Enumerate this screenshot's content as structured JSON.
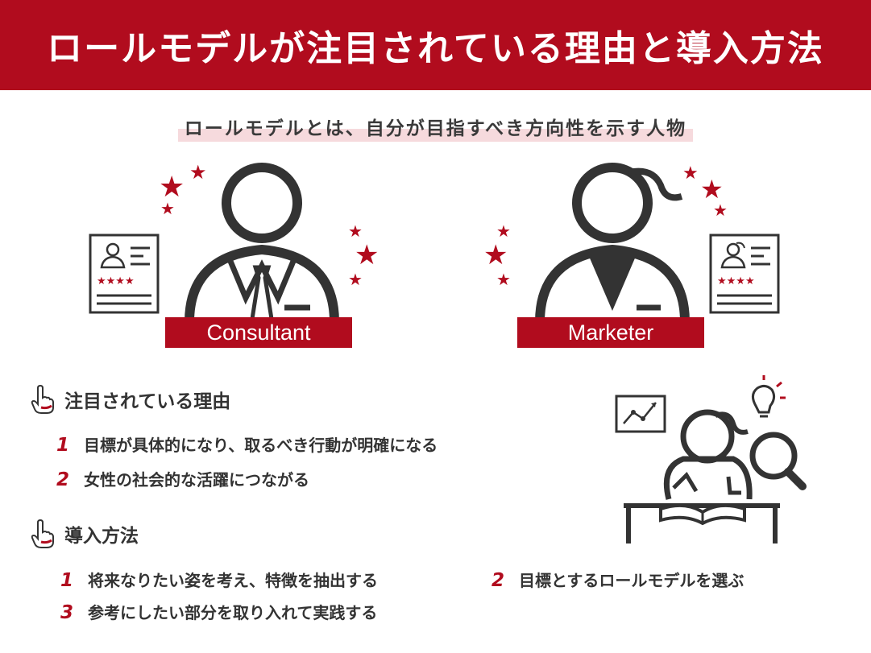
{
  "header": {
    "title": "ロールモデルが注目されている理由と導入方法"
  },
  "subtitle": "ロールモデルとは、自分が目指すべき方向性を示す人物",
  "figures": [
    {
      "label": "Consultant",
      "icon": "consultant-person-icon"
    },
    {
      "label": "Marketer",
      "icon": "marketer-person-icon"
    }
  ],
  "reasons": {
    "title": "注目されている理由",
    "items": [
      {
        "num": "1",
        "text": "目標が具体的になり、取るべき行動が明確になる"
      },
      {
        "num": "2",
        "text": "女性の社会的な活躍につながる"
      }
    ]
  },
  "methods": {
    "title": "導入方法",
    "items": [
      {
        "num": "1",
        "text": "将来なりたい姿を考え、特徴を抽出する"
      },
      {
        "num": "2",
        "text": "目標とするロールモデルを選ぶ"
      },
      {
        "num": "3",
        "text": "参考にしたい部分を取り入れて実践する"
      }
    ]
  },
  "colors": {
    "accent": "#b10c1e",
    "dark": "#333333",
    "highlight": "#f6dadd"
  }
}
